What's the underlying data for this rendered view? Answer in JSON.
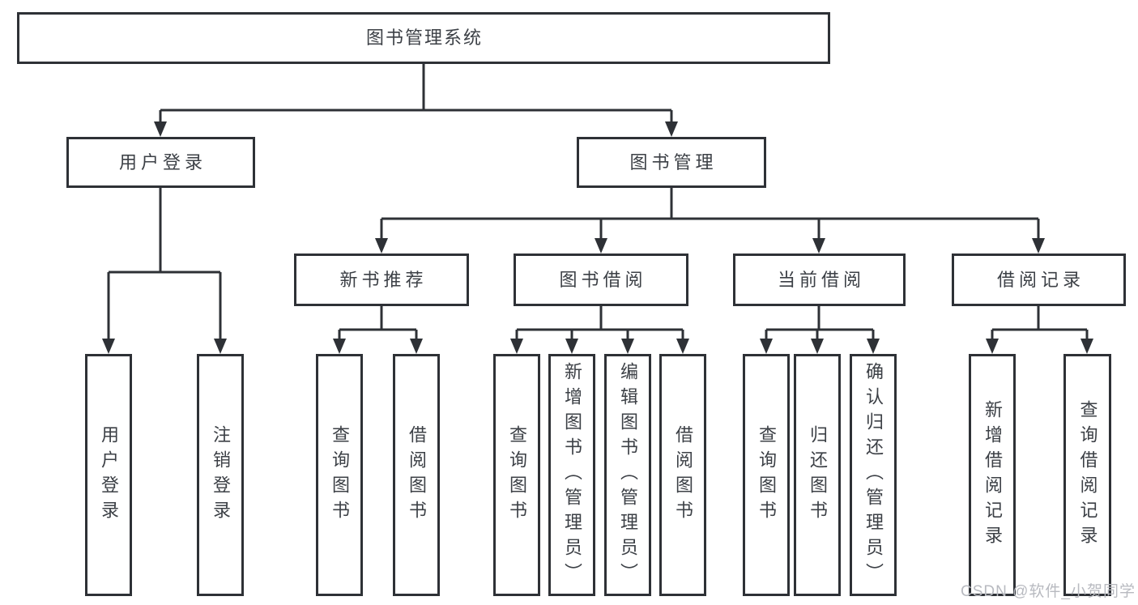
{
  "nodes": {
    "root": "图书管理系统",
    "l2": [
      "用户登录",
      "图书管理"
    ],
    "l3": [
      "新书推荐",
      "图书借阅",
      "当前借阅",
      "借阅记录"
    ],
    "leaves": {
      "user": [
        "用户登录",
        "注销登录"
      ],
      "newbook": [
        "查询图书",
        "借阅图书"
      ],
      "borrow": [
        "查询图书",
        "新增图书（管理员）",
        "编辑图书（管理员）",
        "借阅图书"
      ],
      "current": [
        "查询图书",
        "归还图书",
        "确认归还（管理员）"
      ],
      "record": [
        "新增借阅记录",
        "查询借阅记录"
      ]
    }
  },
  "watermark": "CSDN @软件_小贺同学",
  "colors": {
    "line": "#2e3136",
    "text": "#3c4046",
    "wm": "#b8bac0",
    "bg": "#ffffff"
  }
}
